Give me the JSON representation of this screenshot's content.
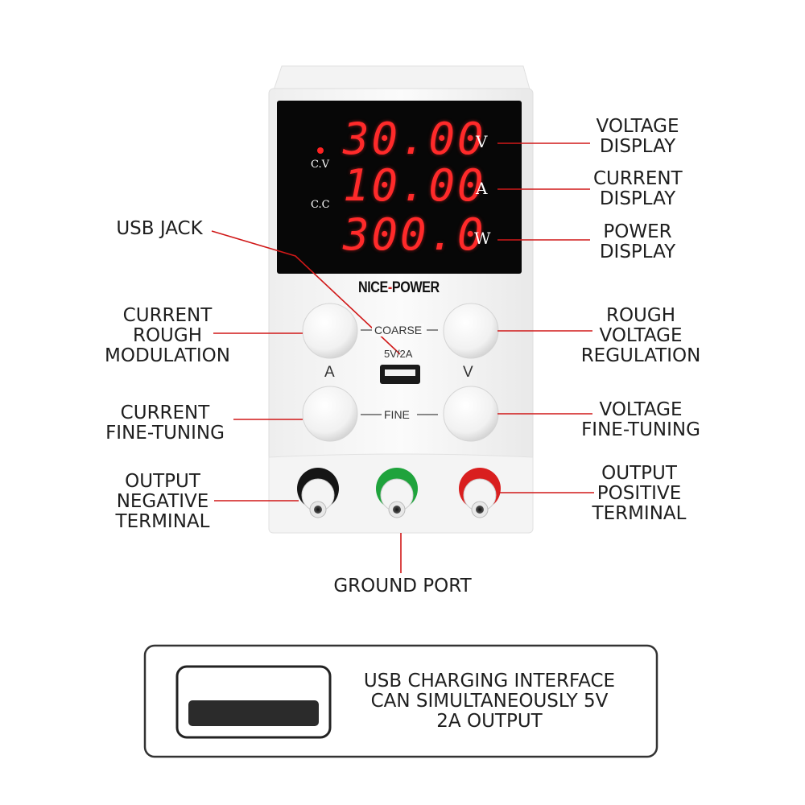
{
  "device": {
    "brand_name": "NICE",
    "brand_sep": "-",
    "brand_suffix": "POWER",
    "display": {
      "voltage": {
        "reading": "30.00",
        "unit": "V"
      },
      "current": {
        "reading": "10.00",
        "unit": "A"
      },
      "power": {
        "reading": "300.0",
        "unit": "W"
      },
      "mode_cv": "C.V",
      "mode_cc": "C.C"
    },
    "panel": {
      "coarse": "COARSE",
      "fine": "FINE",
      "usb_rating": "5V/2A",
      "knob_left": "A",
      "knob_right": "V"
    }
  },
  "callouts": {
    "voltage_display": [
      "VOLTAGE",
      "DISPLAY"
    ],
    "current_display": [
      "CURRENT",
      "DISPLAY"
    ],
    "power_display": [
      "POWER",
      "DISPLAY"
    ],
    "usb_jack": [
      "USB JACK"
    ],
    "current_rough": [
      "CURRENT",
      "ROUGH",
      "MODULATION"
    ],
    "rough_voltage": [
      "ROUGH",
      "VOLTAGE",
      "REGULATION"
    ],
    "current_fine": [
      "CURRENT",
      "FINE-TUNING"
    ],
    "voltage_fine": [
      "VOLTAGE",
      "FINE-TUNING"
    ],
    "output_negative": [
      "OUTPUT",
      "NEGATIVE",
      "TERMINAL"
    ],
    "output_positive": [
      "OUTPUT",
      "POSITIVE",
      "TERMINAL"
    ],
    "ground_port": [
      "GROUND PORT"
    ]
  },
  "info_box": {
    "lines": [
      "USB CHARGING INTERFACE",
      "CAN SIMULTANEOUSLY 5V",
      "2A OUTPUT"
    ]
  },
  "colors": {
    "segment_red": "#ff2a2a",
    "callout_line": "#d01818",
    "terminal_black": "#151515",
    "terminal_green": "#1fa33c",
    "terminal_red": "#d91f1f",
    "display_bg": "#070707"
  }
}
